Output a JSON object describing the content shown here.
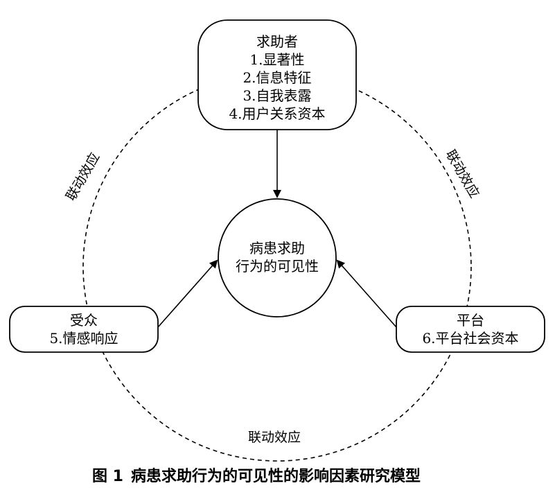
{
  "diagram": {
    "top_box": {
      "title": "求助者",
      "items": [
        "1.显著性",
        "2.信息特征",
        "3.自我表露",
        "4.用户关系资本"
      ]
    },
    "center_circle": {
      "lines": [
        "病患求助",
        "行为的可见性"
      ]
    },
    "left_box": {
      "title": "受众",
      "items": [
        "5.情感响应"
      ]
    },
    "right_box": {
      "title": "平台",
      "items": [
        "6.平台社会资本"
      ]
    },
    "linkage_labels": {
      "left": "联动效应",
      "right": "联动效应",
      "bottom": "联动效应"
    }
  },
  "caption": {
    "figure_number": "图 1",
    "title": "病患求助行为的可见性的影响因素研究模型"
  }
}
